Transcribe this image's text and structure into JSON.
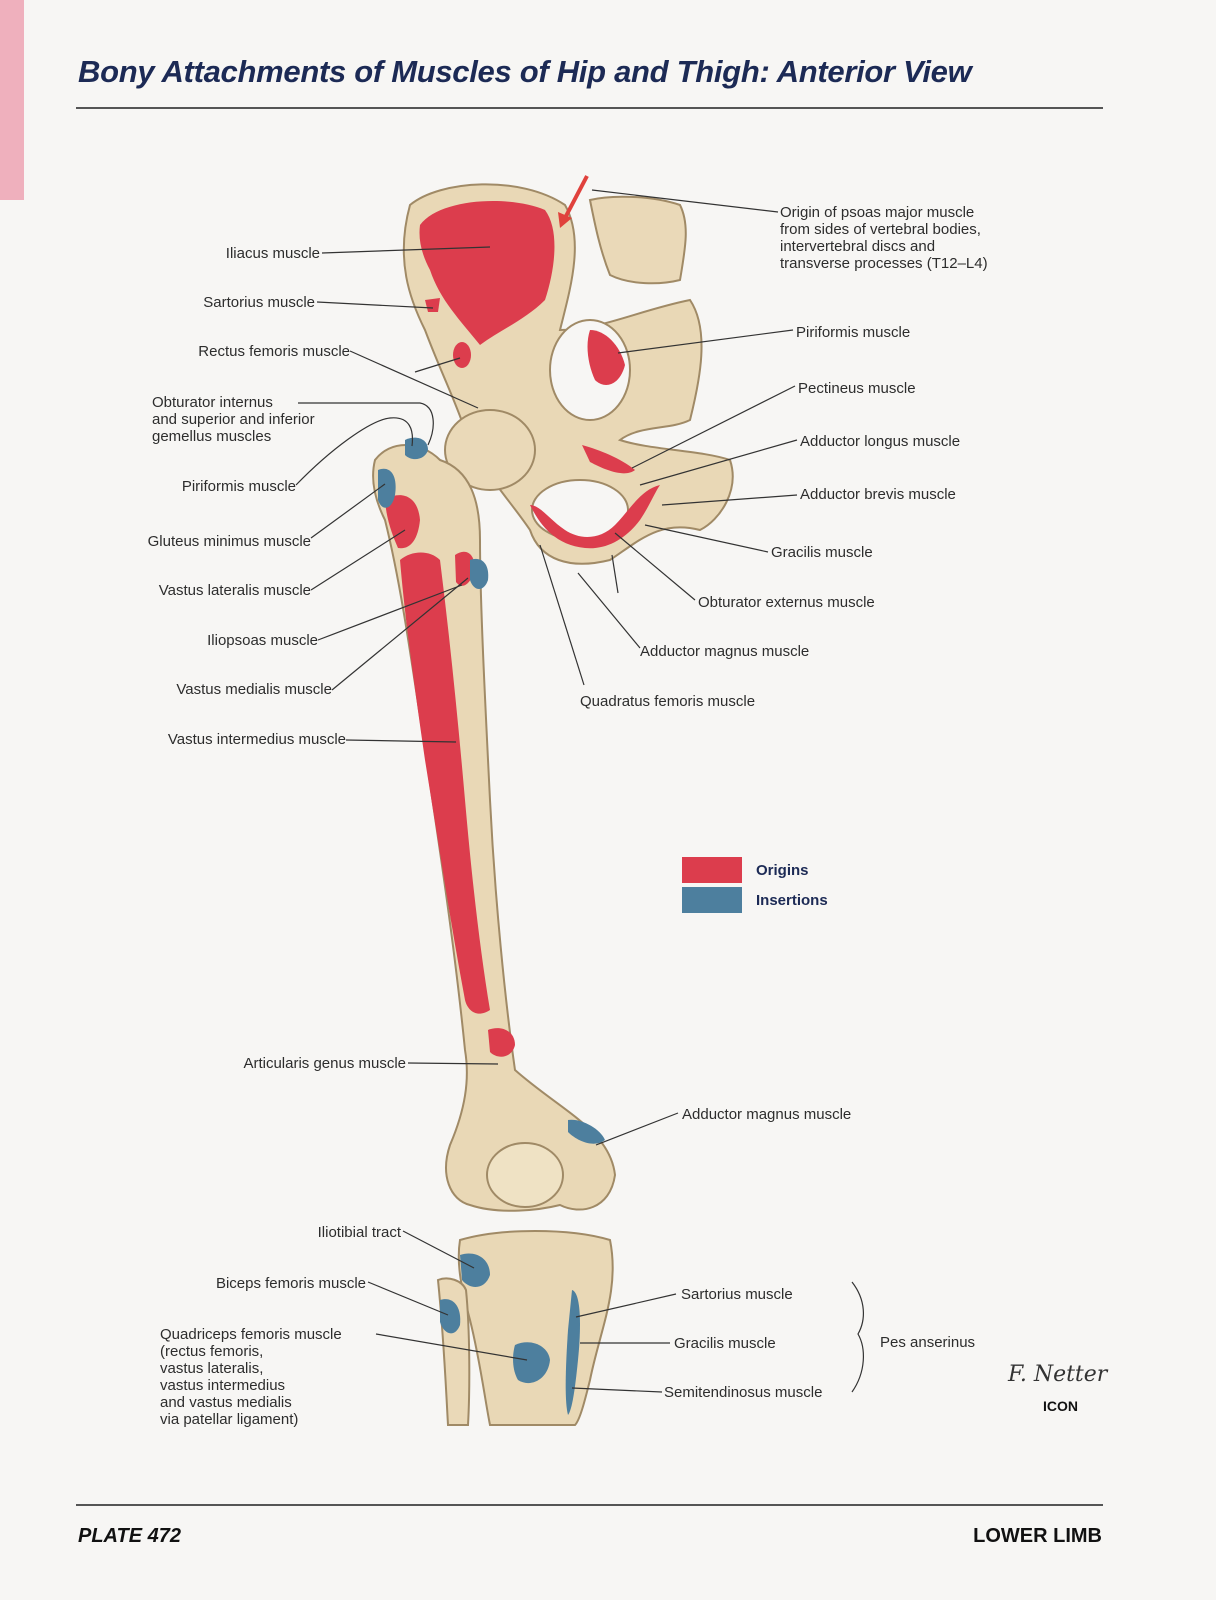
{
  "title": "Bony Attachments of Muscles of Hip and Thigh: Anterior View",
  "footer": {
    "plate": "PLATE 472",
    "section": "LOWER LIMB"
  },
  "colors": {
    "origin": "#dc3d4d",
    "insertion": "#4d7f9e",
    "bone": "#e9d8b6",
    "title": "#1c2a55",
    "tab": "#efb0bd"
  },
  "legend": [
    {
      "label": "Origins",
      "color": "#dc3d4d"
    },
    {
      "label": "Insertions",
      "color": "#4d7f9e"
    }
  ],
  "labels": {
    "psoas_origin": "Origin of psoas major muscle\nfrom sides of vertebral bodies,\nintervertebral discs and\ntransverse processes (T12–L4)",
    "iliacus": "Iliacus muscle",
    "sartorius_top": "Sartorius muscle",
    "rectus_femoris": "Rectus femoris muscle",
    "obturator_internus": "Obturator internus\nand superior and inferior\ngemellus muscles",
    "piriformis_left": "Piriformis muscle",
    "gluteus_minimus": "Gluteus minimus muscle",
    "vastus_lateralis": "Vastus lateralis muscle",
    "iliopsoas": "Iliopsoas muscle",
    "vastus_medialis": "Vastus medialis muscle",
    "vastus_intermedius": "Vastus intermedius muscle",
    "piriformis_right": "Piriformis muscle",
    "pectineus": "Pectineus muscle",
    "adductor_longus": "Adductor longus muscle",
    "adductor_brevis": "Adductor brevis muscle",
    "gracilis_top": "Gracilis muscle",
    "obturator_externus": "Obturator externus muscle",
    "adductor_magnus_top": "Adductor magnus muscle",
    "quadratus_femoris": "Quadratus femoris muscle",
    "articularis_genus": "Articularis genus muscle",
    "adductor_magnus_knee": "Adductor magnus muscle",
    "iliotibial_tract": "Iliotibial tract",
    "biceps_femoris": "Biceps femoris muscle",
    "quadriceps_femoris": "Quadriceps femoris muscle\n(rectus femoris,\nvastus lateralis,\nvastus intermedius\nand vastus medialis\nvia patellar ligament)",
    "sartorius_bottom": "Sartorius muscle",
    "gracilis_bottom": "Gracilis muscle",
    "semitendinosus": "Semitendinosus muscle",
    "pes_anserinus": "Pes anserinus"
  },
  "signature": "F. Netter",
  "logo": "ICON"
}
